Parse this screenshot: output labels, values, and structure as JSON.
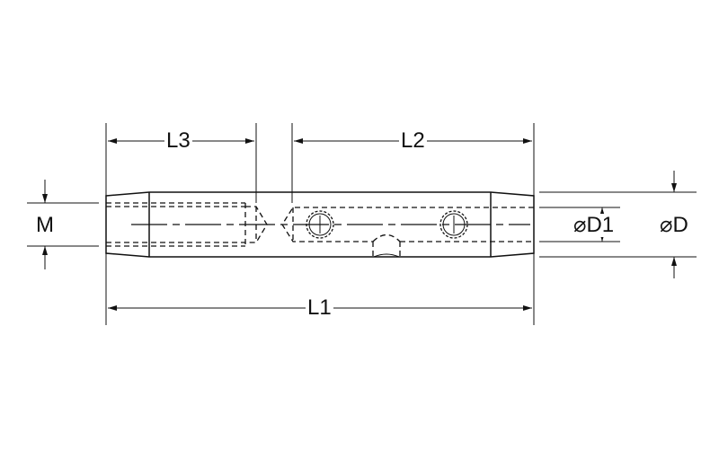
{
  "drawing": {
    "title": "Turnbuckle body dimension drawing",
    "labels": {
      "L1": "L1",
      "L2": "L2",
      "L3": "L3",
      "M": "M",
      "D1": "D1",
      "D": "D",
      "diameter_symbol": "⌀"
    },
    "line_color": "#111111"
  }
}
